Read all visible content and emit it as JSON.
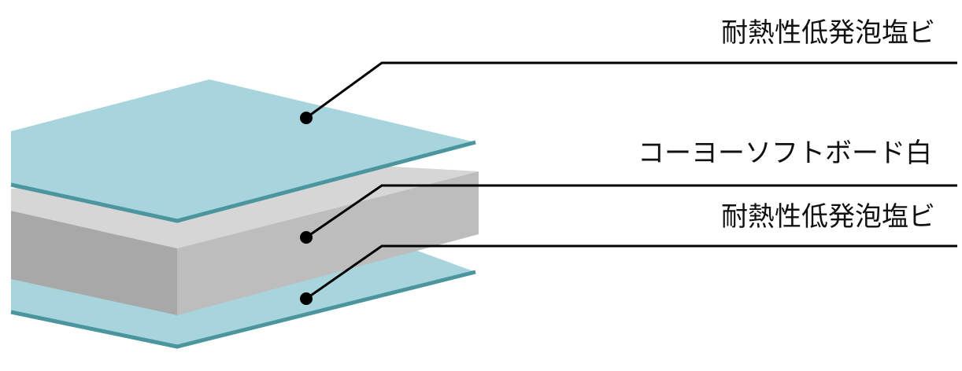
{
  "layers": [
    {
      "id": "top",
      "label": "耐熱性低発泡塩ビ"
    },
    {
      "id": "middle",
      "label": "コーヨーソフトボード白"
    },
    {
      "id": "bottom",
      "label": "耐熱性低発泡塩ビ"
    }
  ],
  "colors": {
    "pvc_face": "#a8d5dd",
    "pvc_edge": "#4a959e",
    "board_top": "#d6d6d6",
    "board_left": "#a8a8a8",
    "board_right": "#bdbdbd",
    "leader": "#000000",
    "text": "#111111"
  }
}
